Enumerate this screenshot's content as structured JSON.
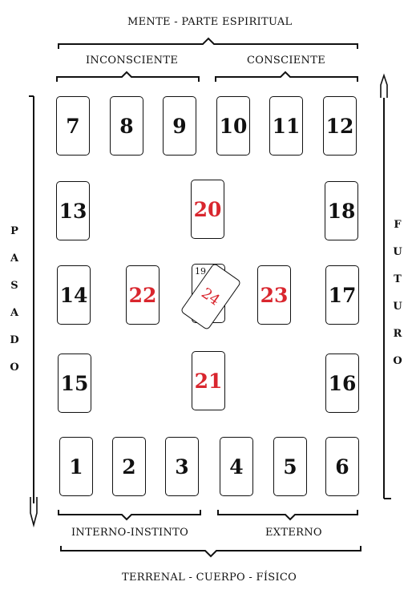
{
  "labels": {
    "top": "MENTE - PARTE ESPIRITUAL",
    "top_left": "INCONSCIENTE",
    "top_right": "CONSCIENTE",
    "bottom_left": "INTERNO-INSTINTO",
    "bottom_right": "EXTERNO",
    "bottom": "TERRENAL - CUERPO - FÍSICO"
  },
  "side_left": [
    "P",
    "A",
    "S",
    "A",
    "D",
    "O"
  ],
  "side_right": [
    "F",
    "U",
    "T",
    "U",
    "R",
    "O"
  ],
  "cards": {
    "c1": "1",
    "c2": "2",
    "c3": "3",
    "c4": "4",
    "c5": "5",
    "c6": "6",
    "c7": "7",
    "c8": "8",
    "c9": "9",
    "c10": "10",
    "c11": "11",
    "c12": "12",
    "c13": "13",
    "c14": "14",
    "c15": "15",
    "c16": "16",
    "c17": "17",
    "c18": "18",
    "c19": "19",
    "c20": "20",
    "c21": "21",
    "c22": "22",
    "c23": "23",
    "c24": "24"
  },
  "colors": {
    "highlight": "#d9262e",
    "line": "#111111"
  }
}
